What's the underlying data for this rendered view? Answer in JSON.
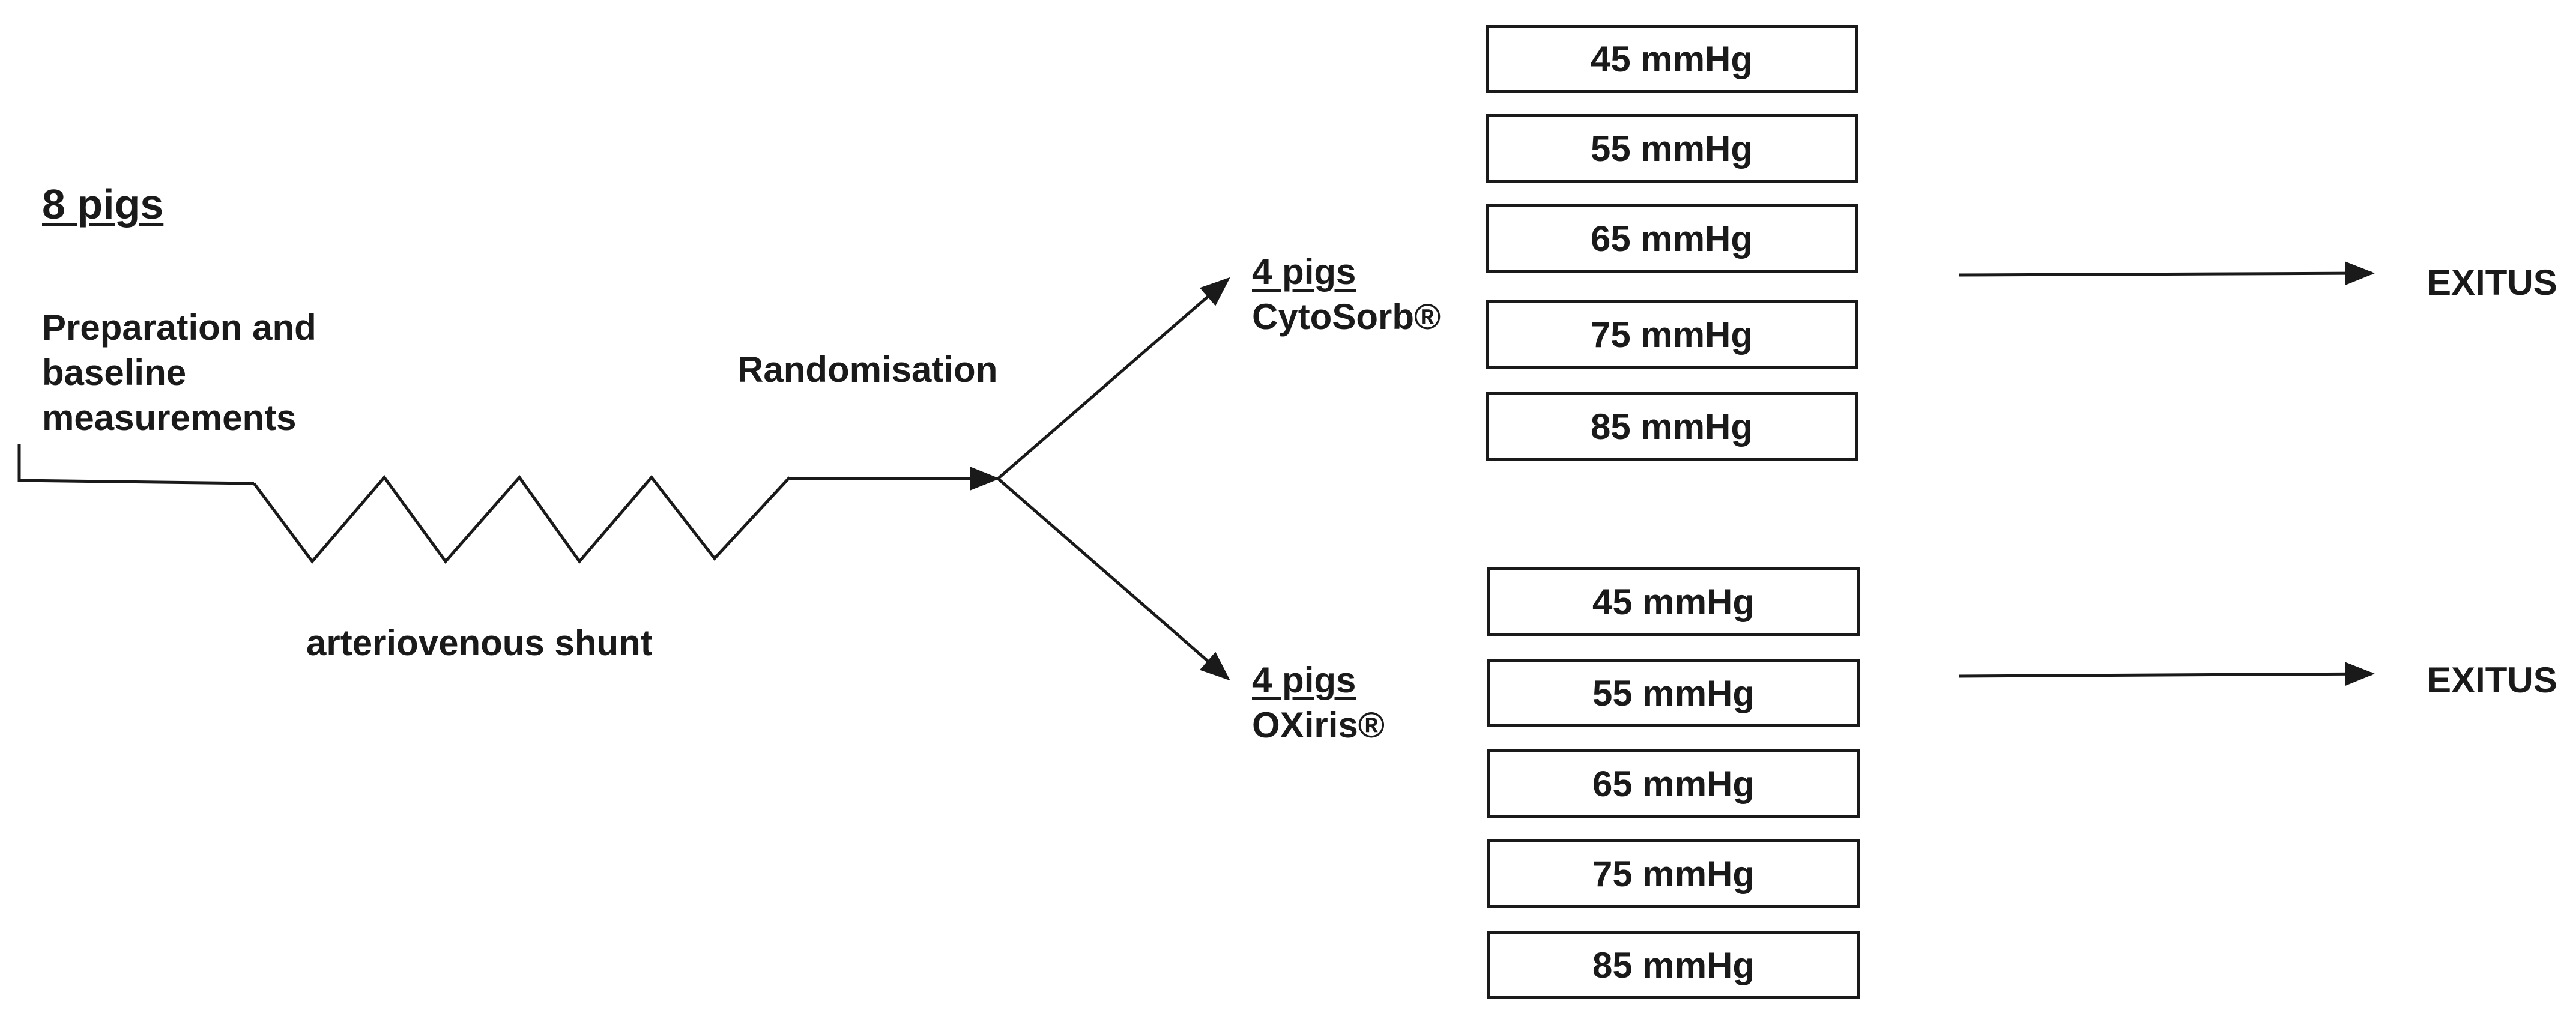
{
  "diagram": {
    "title": "8 pigs",
    "preparation": [
      "Preparation and",
      "baseline",
      "measurements"
    ],
    "randomisation": "Randomisation",
    "shunt": "arteriovenous shunt",
    "groups": [
      {
        "count": "4 pigs",
        "name": "CytoSorb®",
        "pressures": [
          "45 mmHg",
          "55 mmHg",
          "65 mmHg",
          "75 mmHg",
          "85 mmHg"
        ],
        "outcome": "EXITUS"
      },
      {
        "count": "4 pigs",
        "name": "OXiris®",
        "pressures": [
          "45 mmHg",
          "55 mmHg",
          "65 mmHg",
          "75 mmHg",
          "85 mmHg"
        ],
        "outcome": "EXITUS"
      }
    ]
  }
}
